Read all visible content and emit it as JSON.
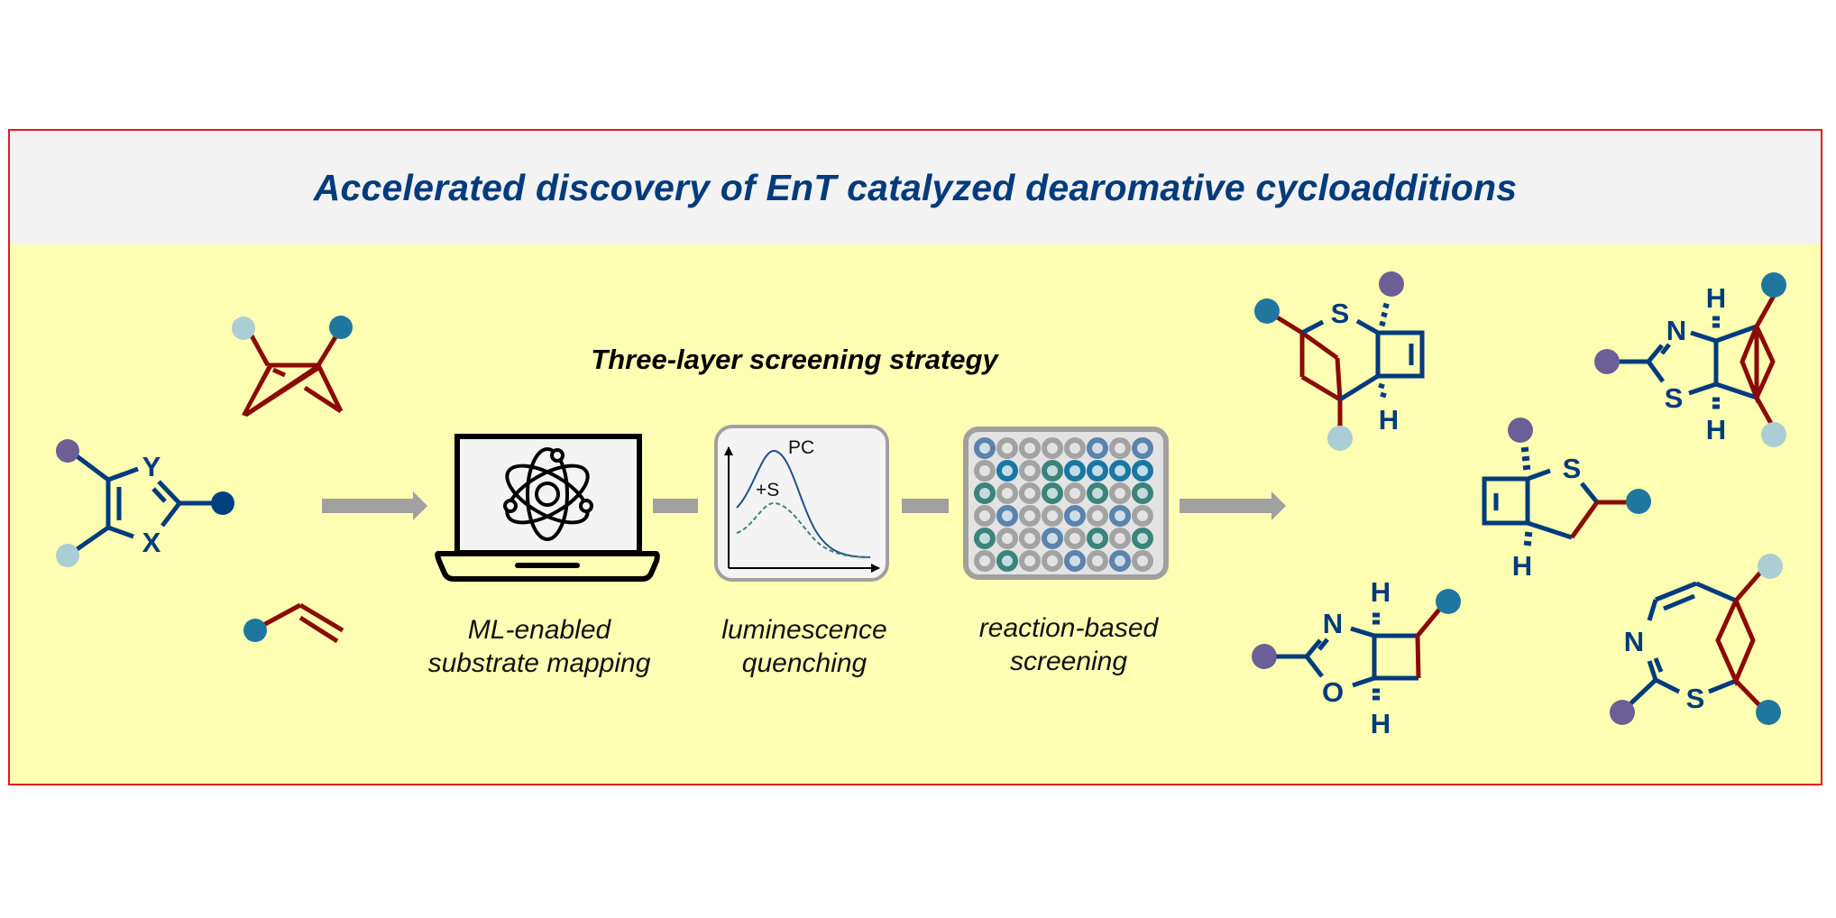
{
  "title": "Accelerated discovery of EnT catalyzed dearomative cycloadditions",
  "subtitle": "Three-layer screening strategy",
  "colors": {
    "frame_border": "#e8171f",
    "header_bg": "#f3f3f3",
    "panel_bg": "#ffffb3",
    "title_text": "#003b7d",
    "bond_blue": "#003b7d",
    "bond_red": "#8b0a02",
    "arrow_gray": "#a0a0a0",
    "substituent_purple": "#6c5f98",
    "substituent_teal": "#1f77a0",
    "substituent_lightblue": "#abcdd4",
    "substituent_navy": "#004080"
  },
  "reactants": {
    "heteroarene": {
      "atoms": [
        "Y",
        "X"
      ]
    },
    "bicyclobutane": {
      "name": "bicyclo[1.1.0]butane"
    },
    "alkene": {
      "name": "alkene"
    }
  },
  "steps": [
    {
      "line1": "ML-enabled",
      "line2": "substrate mapping",
      "icon": "laptop-atom-icon"
    },
    {
      "line1": "luminescence",
      "line2": "quenching",
      "icon": "emission-spectrum-icon",
      "curve_labels": [
        "PC",
        "+S"
      ]
    },
    {
      "line1": "reaction-based",
      "line2": "screening",
      "icon": "well-plate-icon"
    }
  ],
  "well_plate": {
    "legend": {
      "B": "#5a83ae",
      "D": "#1a77a2",
      "T": "#3a847b",
      "G": "#a3a3a3"
    },
    "rows": [
      [
        "B",
        "G",
        "G",
        "G",
        "G",
        "B",
        "G",
        "B"
      ],
      [
        "G",
        "D",
        "G",
        "T",
        "D",
        "D",
        "D",
        "D"
      ],
      [
        "T",
        "G",
        "G",
        "T",
        "G",
        "T",
        "G",
        "T"
      ],
      [
        "G",
        "B",
        "G",
        "G",
        "B",
        "G",
        "B",
        "G"
      ],
      [
        "T",
        "G",
        "G",
        "B",
        "G",
        "T",
        "G",
        "T"
      ],
      [
        "G",
        "T",
        "G",
        "G",
        "B",
        "G",
        "B",
        "G"
      ]
    ]
  },
  "products": [
    {
      "name": "thia-bicycle-cyclobutene",
      "atoms": [
        "S",
        "H"
      ]
    },
    {
      "name": "thiazoline-bicyclohexane",
      "atoms": [
        "N",
        "S",
        "H",
        "H"
      ]
    },
    {
      "name": "thiabicycloheptene",
      "atoms": [
        "S",
        "H"
      ]
    },
    {
      "name": "oxazoline-cyclobutane",
      "atoms": [
        "N",
        "O",
        "H",
        "H"
      ]
    },
    {
      "name": "thiazepine-bicyclohexane",
      "atoms": [
        "N",
        "S"
      ]
    }
  ]
}
